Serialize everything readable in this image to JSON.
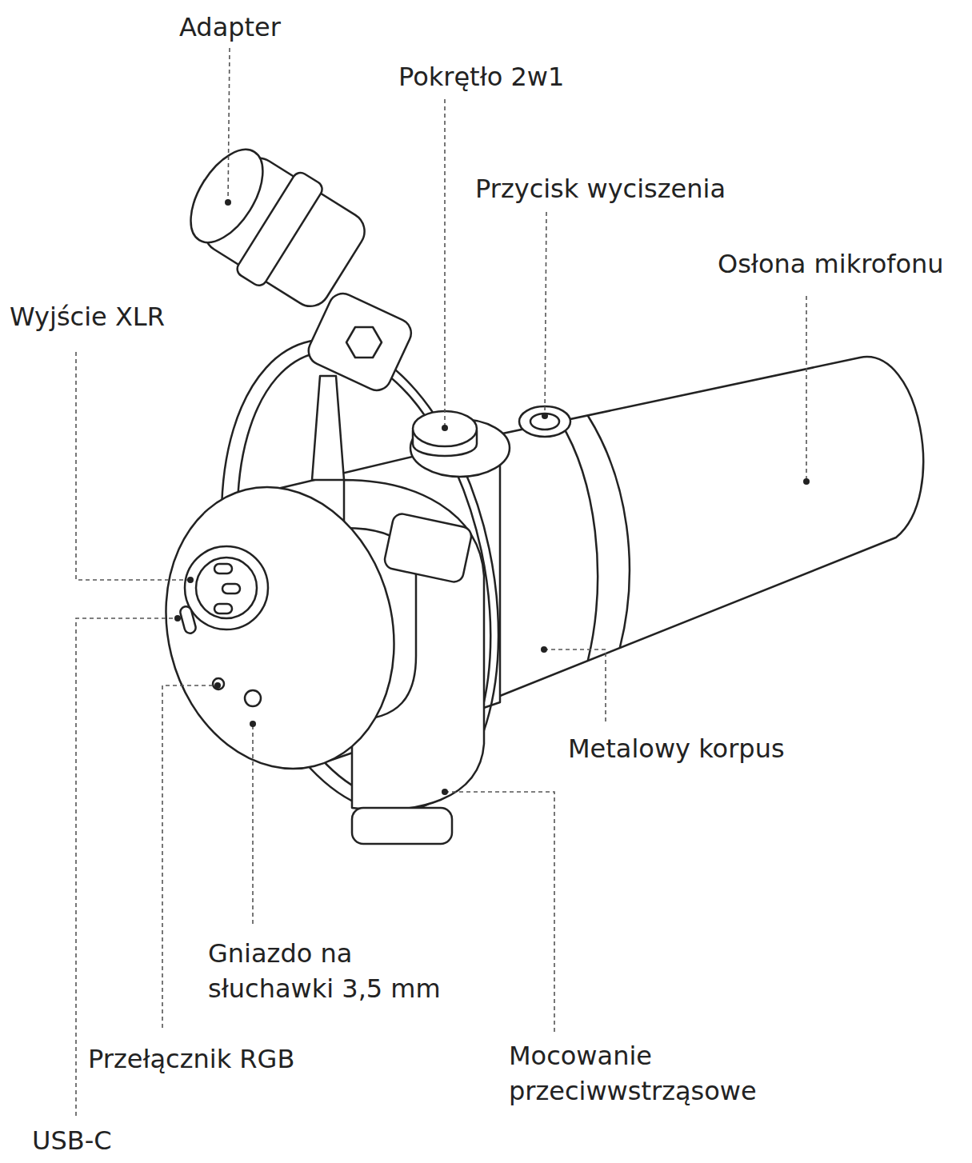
{
  "diagram": {
    "labels": [
      "Adapter",
      "Pokrętło 2w1",
      "Przycisk wyciszenia",
      "Osłona mikrofonu",
      "Wyjście XLR",
      "Metalowy korpus",
      "Gniazdo na słuchawki 3,5 mm",
      "Przełącznik RGB",
      "Mocowanie przeciwwstrząsowe",
      "USB-C"
    ]
  }
}
